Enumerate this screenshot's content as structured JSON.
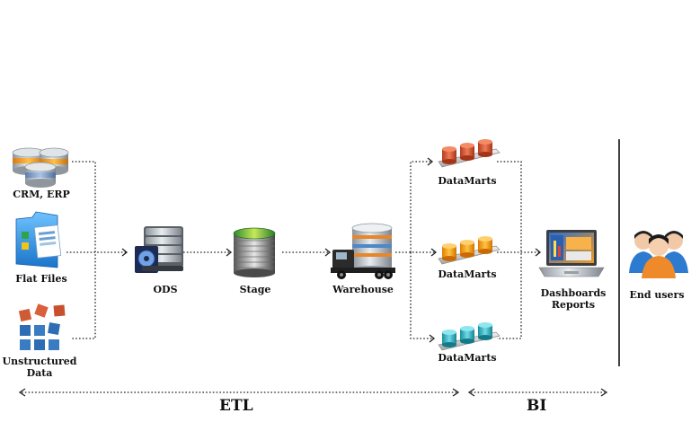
{
  "sources": {
    "crm": "CRM, ERP",
    "flat_files": "Flat Files",
    "unstructured": "Unstructured\nData"
  },
  "pipeline": {
    "ods": "ODS",
    "stage": "Stage",
    "warehouse": "Warehouse"
  },
  "datamarts": [
    "DataMarts",
    "DataMarts",
    "DataMarts"
  ],
  "outputs": {
    "dashboards": "Dashboards\nReports",
    "end_users": "End users"
  },
  "phases": {
    "etl": "ETL",
    "bi": "BI"
  },
  "colors": {
    "datamart_top": "#d9583a",
    "datamart_mid": "#f39a1a",
    "datamart_bottom": "#2fb3c4"
  }
}
